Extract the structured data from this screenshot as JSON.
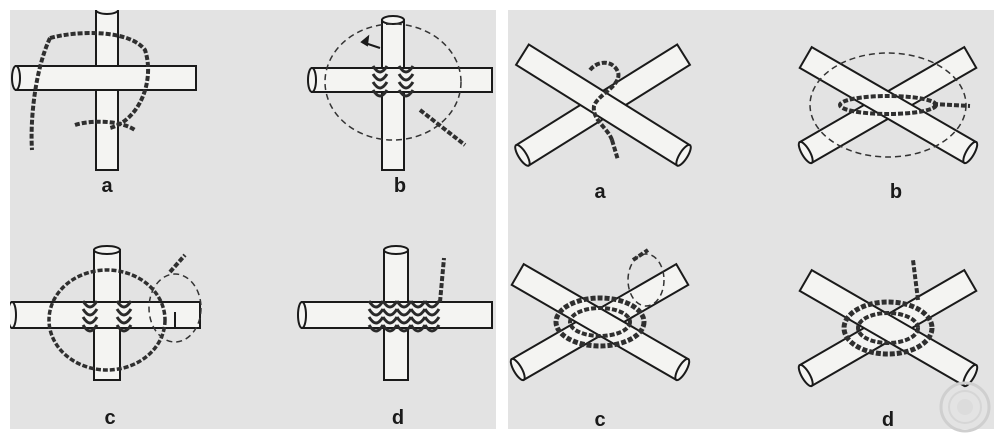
{
  "colors": {
    "background": "#ffffff",
    "panel": "#e3e3e3",
    "ink": "#1a1a1a",
    "pole_fill": "#f4f4f2",
    "rope": "#3a3a3a"
  },
  "left_panel": {
    "steps": [
      {
        "label": "a"
      },
      {
        "label": "b"
      },
      {
        "label": "c"
      },
      {
        "label": "d"
      }
    ]
  },
  "right_panel": {
    "steps": [
      {
        "label": "a"
      },
      {
        "label": "b"
      },
      {
        "label": "c"
      },
      {
        "label": "d"
      }
    ]
  },
  "icons": {
    "watermark": "seal-watermark-icon"
  }
}
